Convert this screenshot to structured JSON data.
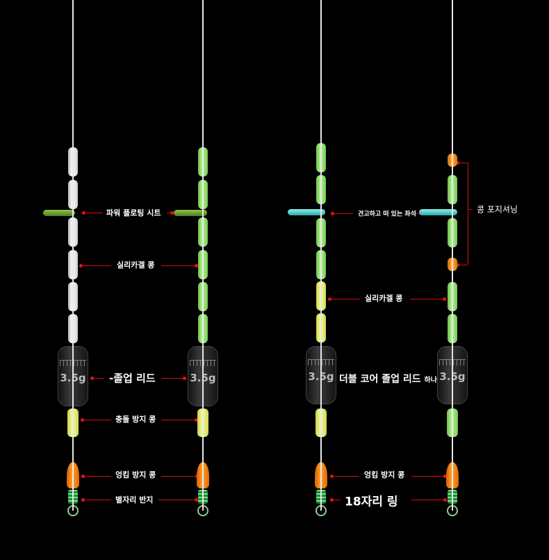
{
  "weight_label": "3.5g",
  "left_labels": {
    "seat": "파워 플로팅 시트",
    "silica": "실리카겔 콩",
    "lead": "-졸업 리드",
    "anti_collision": "충돌 방지 콩",
    "anti_tangle": "엉킴 방지 콩",
    "ring": "별자리 반지"
  },
  "right_labels": {
    "seat": "견고하고 떠 있는 좌석",
    "positioning": "콩 포지셔닝",
    "silica": "실리카겔 콩",
    "lead": "더블 코어 졸업 리드",
    "lead_suffix": "하나",
    "anti_tangle": "엉킴 방지 콩",
    "ring": "18자리 링"
  }
}
